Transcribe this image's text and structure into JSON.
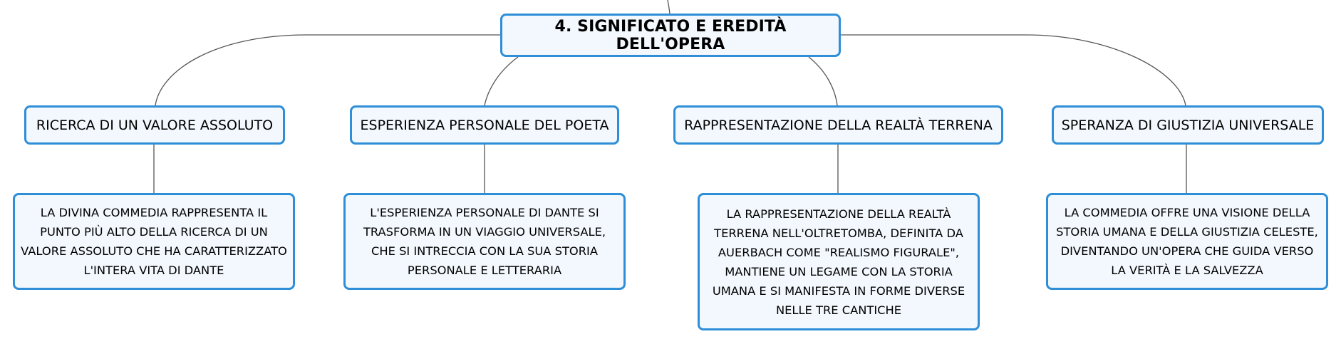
{
  "root": {
    "title": "4. SIGNIFICATO E EREDITÀ DELL'OPERA"
  },
  "branches": [
    {
      "topic": "RICERCA DI UN VALORE ASSOLUTO",
      "detail": "LA DIVINA COMMEDIA RAPPRESENTA IL\nPUNTO PIÙ ALTO DELLA RICERCA DI UN\nVALORE ASSOLUTO CHE HA CARATTERIZZATO\nL'INTERA VITA DI DANTE"
    },
    {
      "topic": "ESPERIENZA PERSONALE DEL POETA",
      "detail": "L'ESPERIENZA PERSONALE DI DANTE SI\nTRASFORMA IN UN VIAGGIO UNIVERSALE,\nCHE SI INTRECCIA CON LA SUA STORIA\nPERSONALE E LETTERARIA"
    },
    {
      "topic": "RAPPRESENTAZIONE DELLA REALTÀ TERRENA",
      "detail": "LA RAPPRESENTAZIONE DELLA REALTÀ\nTERRENA NELL'OLTRETOMBA, DEFINITA DA\nAUERBACH COME \"REALISMO FIGURALE\",\nMANTIENE UN LEGAME CON LA STORIA\nUMANA E SI MANIFESTA IN FORME DIVERSE\nNELLE TRE CANTICHE"
    },
    {
      "topic": "SPERANZA DI GIUSTIZIA UNIVERSALE",
      "detail": "LA COMMEDIA OFFRE UNA VISIONE DELLA\nSTORIA UMANA E DELLA GIUSTIZIA CELESTE,\nDIVENTANDO UN'OPERA CHE GUIDA VERSO\nLA VERITÀ E LA SALVEZZA"
    }
  ],
  "colors": {
    "node_border": "#2f8ed8",
    "node_fill": "#f2f8fd",
    "connector": "#555555"
  }
}
